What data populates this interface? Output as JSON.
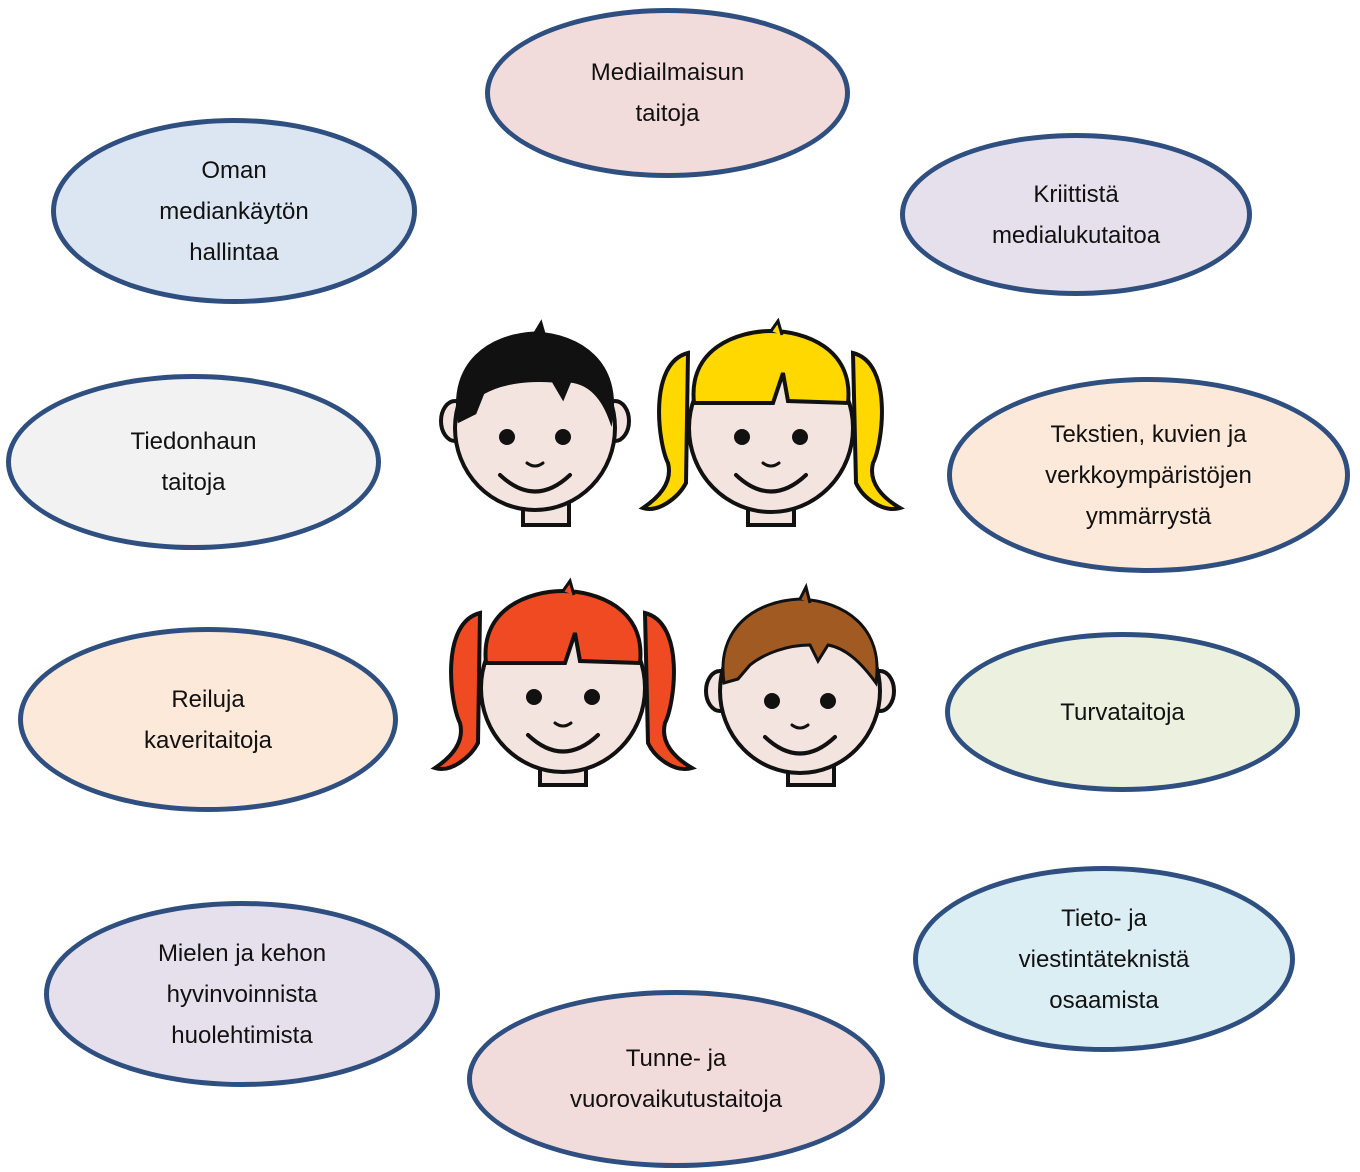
{
  "bubbles": [
    {
      "id": "mediailmaisun",
      "text": "Mediailmaisun\ntaitoja",
      "fill": "#f2dcdb"
    },
    {
      "id": "kriittista",
      "text": "Kriittistä\nmedialukutaitoa",
      "fill": "#e6e0ec"
    },
    {
      "id": "tekstien",
      "text": "Tekstien, kuvien ja\nverkkoympäristöjen\nymmärrystä",
      "fill": "#fde9d9"
    },
    {
      "id": "turvataitoja",
      "text": "Turvataitoja",
      "fill": "#ebf1de"
    },
    {
      "id": "tieto",
      "text": "Tieto- ja\nviestintäteknistä\nosaamista",
      "fill": "#dbeef3"
    },
    {
      "id": "tunne",
      "text": "Tunne- ja\nvuorovaikutustaitoja",
      "fill": "#f2dcdb"
    },
    {
      "id": "mielen",
      "text": "Mielen ja kehon\nhyvinvoinnista\nhuolehtimista",
      "fill": "#e6e0ec"
    },
    {
      "id": "reiluja",
      "text": "Reiluja\nkaveritaitoja",
      "fill": "#fde9d9"
    },
    {
      "id": "tiedonhaun",
      "text": "Tiedonhaun\ntaitoja",
      "fill": "#f2f2f2"
    },
    {
      "id": "oman",
      "text": "Oman\nmediankäytön\nhallintaa",
      "fill": "#dce6f2"
    }
  ],
  "colors": {
    "outline": "#2e4f7f",
    "skin": "#f3e4df",
    "hair_black": "#111111",
    "hair_yellow": "#ffd800",
    "hair_red": "#f04a23",
    "hair_brown": "#a05a22"
  },
  "icons": [
    "boy-black-hair-icon",
    "girl-blonde-pigtails-icon",
    "girl-red-pigtails-icon",
    "boy-brown-hair-icon"
  ]
}
